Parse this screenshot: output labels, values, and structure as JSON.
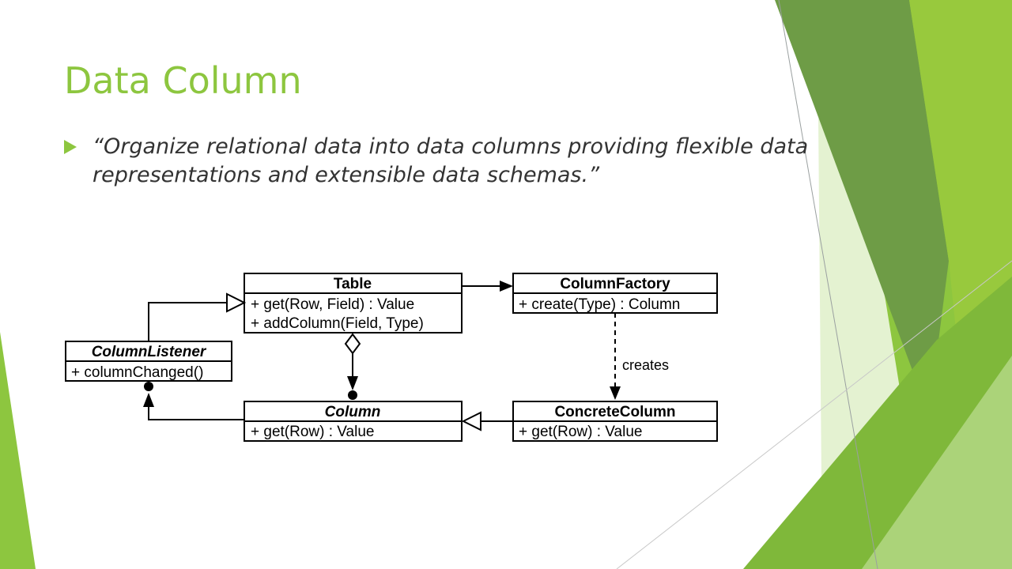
{
  "slide": {
    "title": "Data Column",
    "bullet": "“Organize relational data into data columns providing flexible data representations and extensible data schemas.”"
  },
  "diagram": {
    "classes": {
      "table": {
        "name": "Table",
        "ops": [
          "+ get(Row, Field) : Value",
          "+ addColumn(Field, Type)"
        ]
      },
      "column_factory": {
        "name": "ColumnFactory",
        "ops": [
          "+ create(Type) : Column"
        ]
      },
      "column_listener": {
        "name": "ColumnListener",
        "ops": [
          "+ columnChanged()"
        ]
      },
      "column": {
        "name": "Column",
        "ops": [
          "+ get(Row) : Value"
        ]
      },
      "concrete_column": {
        "name": "ConcreteColumn",
        "ops": [
          "+ get(Row) : Value"
        ]
      }
    },
    "creates_label": "creates"
  },
  "colors": {
    "accent": "#8dc63f",
    "dark_green": "#6e9c46",
    "text": "#333333"
  }
}
